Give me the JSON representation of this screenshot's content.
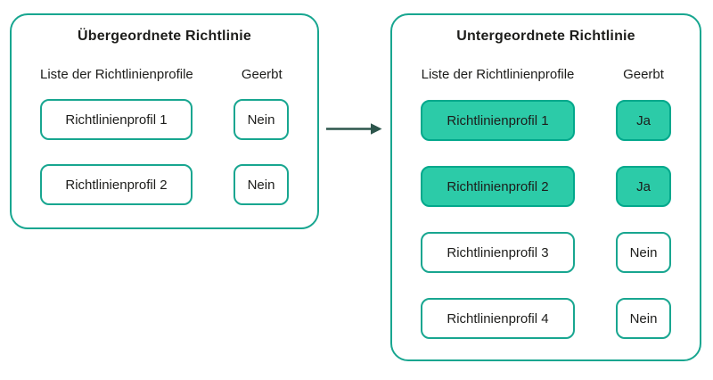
{
  "diagram": {
    "language": "de",
    "topic": "policy-profile-inheritance"
  },
  "colors": {
    "outline_teal": "#18A690",
    "filled_teal": "#2CCBA8",
    "filled_border_teal": "#02A88C",
    "arrow_dark_teal": "#2D564C",
    "text": "#1D1D1B",
    "background": "#FFFFFF"
  },
  "arrow": {
    "meaning": "inheritance from parent to child policy",
    "direction": "right"
  },
  "panels": [
    {
      "title": "Übergeordnete Richtlinie",
      "profile_header": "Liste der Richtlinienprofile",
      "inherited_header": "Geerbt",
      "rows": [
        {
          "profile": "Richtlinienprofil 1",
          "inherited": "Nein",
          "highlighted": false
        },
        {
          "profile": "Richtlinienprofil 2",
          "inherited": "Nein",
          "highlighted": false
        }
      ]
    },
    {
      "title": "Untergeordnete Richtlinie",
      "profile_header": "Liste der Richtlinienprofile",
      "inherited_header": "Geerbt",
      "rows": [
        {
          "profile": "Richtlinienprofil 1",
          "inherited": "Ja",
          "highlighted": true
        },
        {
          "profile": "Richtlinienprofil 2",
          "inherited": "Ja",
          "highlighted": true
        },
        {
          "profile": "Richtlinienprofil 3",
          "inherited": "Nein",
          "highlighted": false
        },
        {
          "profile": "Richtlinienprofil 4",
          "inherited": "Nein",
          "highlighted": false
        }
      ]
    }
  ]
}
